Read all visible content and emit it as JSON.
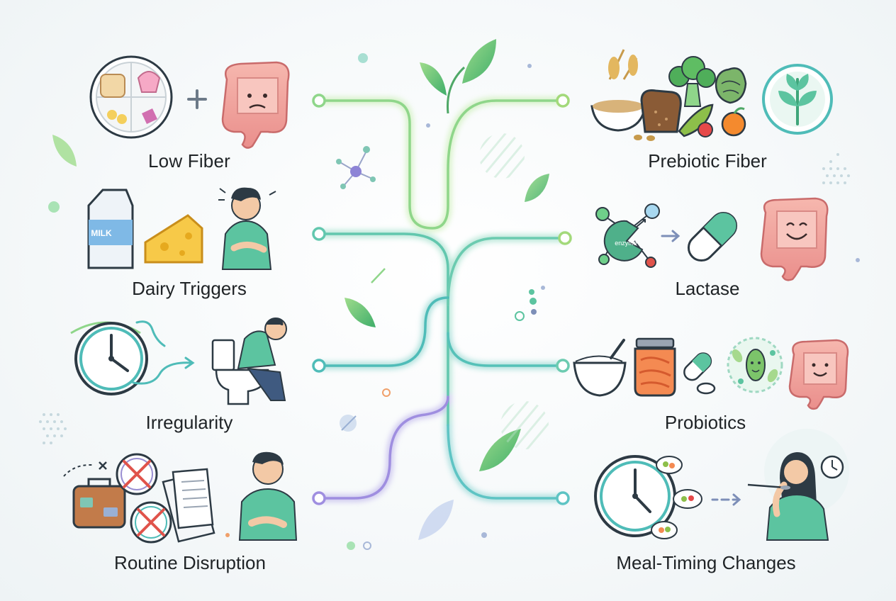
{
  "left_items": [
    {
      "label": "Low Fiber"
    },
    {
      "label": "Dairy Triggers"
    },
    {
      "label": "Irregularity"
    },
    {
      "label": "Routine Disruption"
    }
  ],
  "right_items": [
    {
      "label": "Prebiotic Fiber"
    },
    {
      "label": "Lactase"
    },
    {
      "label": "Probiotics"
    },
    {
      "label": "Meal-Timing Changes"
    }
  ],
  "illustration_text": {
    "milk_carton": "MILK",
    "enzyme": "enzyme"
  },
  "colors": {
    "branch_green": "#8fd68a",
    "branch_teal": "#52bfb8",
    "branch_purple": "#9f8ee0",
    "gut_pink": "#f2a3a0",
    "shirt_green": "#5cc4a0",
    "leaf_green": "#6fc06a"
  }
}
